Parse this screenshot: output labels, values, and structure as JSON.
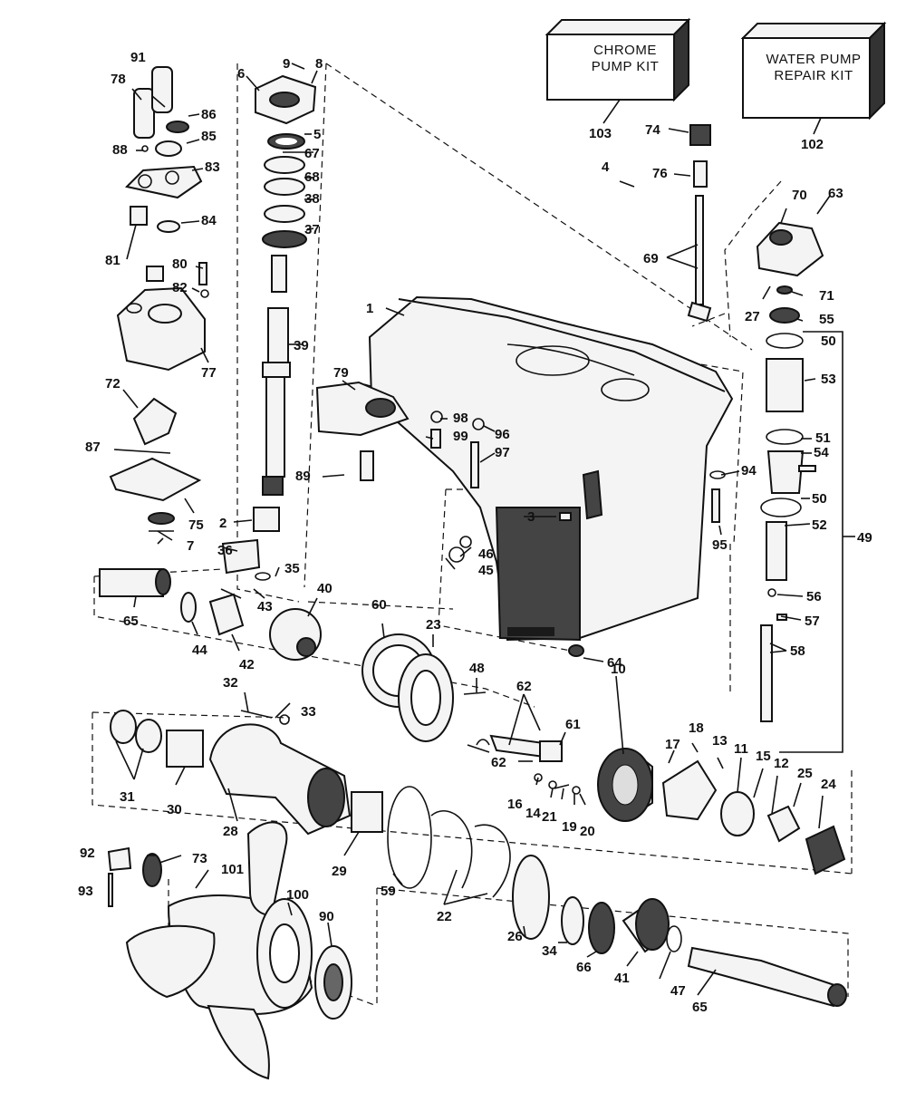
{
  "kits": {
    "chrome_pump_kit": {
      "line1": "CHROME",
      "line2": "PUMP KIT",
      "number": "103"
    },
    "water_pump_repair_kit": {
      "line1": "WATER PUMP",
      "line2": "REPAIR KIT",
      "number": "102"
    }
  },
  "callouts": {
    "p1": "1",
    "p2": "2",
    "p3": "3",
    "p4": "4",
    "p5": "5",
    "p6": "6",
    "p7": "7",
    "p8": "8",
    "p9": "9",
    "p10": "10",
    "p11": "11",
    "p12": "12",
    "p13": "13",
    "p14": "14",
    "p15": "15",
    "p16": "16",
    "p17": "17",
    "p18": "18",
    "p19": "19",
    "p20": "20",
    "p21": "21",
    "p22": "22",
    "p23": "23",
    "p24": "24",
    "p25": "25",
    "p26": "26",
    "p27": "27",
    "p28": "28",
    "p29": "29",
    "p30": "30",
    "p31": "31",
    "p32": "32",
    "p33": "33",
    "p34": "34",
    "p35": "35",
    "p36": "36",
    "p37": "37",
    "p38": "38",
    "p39": "39",
    "p40": "40",
    "p41": "41",
    "p42": "42",
    "p43": "43",
    "p44": "44",
    "p45": "45",
    "p46": "46",
    "p47": "47",
    "p48": "48",
    "p49": "49",
    "p50a": "50",
    "p50b": "50",
    "p51": "51",
    "p52": "52",
    "p53": "53",
    "p54": "54",
    "p55": "55",
    "p56": "56",
    "p57": "57",
    "p58": "58",
    "p59": "59",
    "p60": "60",
    "p61": "61",
    "p62a": "62",
    "p62b": "62",
    "p63": "63",
    "p64": "64",
    "p65a": "65",
    "p65b": "65",
    "p66": "66",
    "p67": "67",
    "p68": "68",
    "p69": "69",
    "p70": "70",
    "p71": "71",
    "p72": "72",
    "p73": "73",
    "p74": "74",
    "p75": "75",
    "p76": "76",
    "p77": "77",
    "p78": "78",
    "p79": "79",
    "p80": "80",
    "p81": "81",
    "p82": "82",
    "p83": "83",
    "p84": "84",
    "p85": "85",
    "p86": "86",
    "p87": "87",
    "p88": "88",
    "p89": "89",
    "p90": "90",
    "p91": "91",
    "p92": "92",
    "p93": "93",
    "p94": "94",
    "p95": "95",
    "p96": "96",
    "p97": "97",
    "p98": "98",
    "p99": "99",
    "p100": "100",
    "p101": "101"
  }
}
